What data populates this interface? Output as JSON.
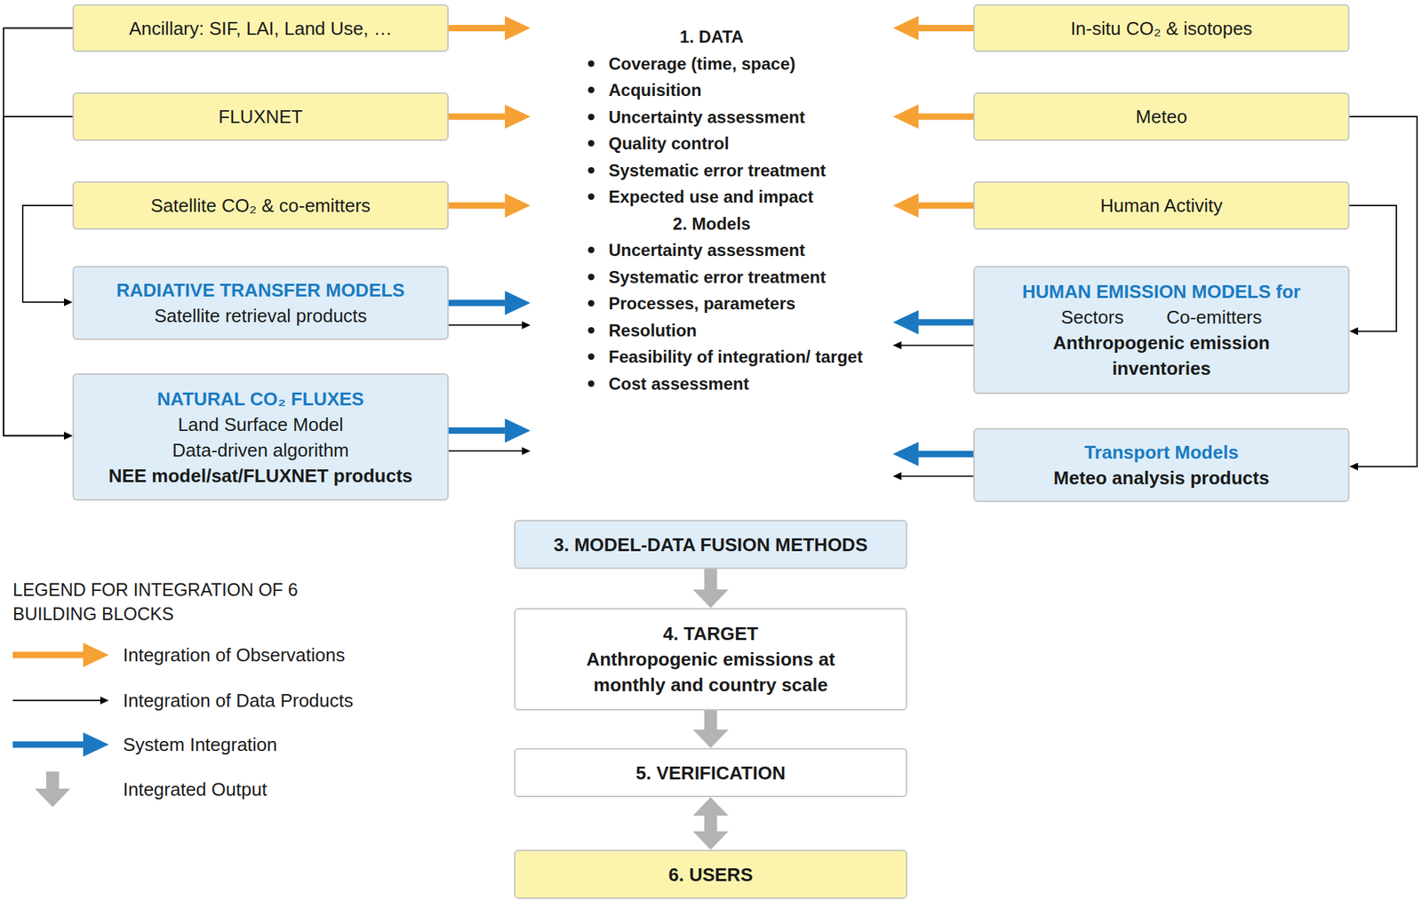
{
  "diagram": {
    "nodes": [
      {
        "text": [
          "Ancillary: SIF, LAI, Land Use, …"
        ]
      },
      {
        "text": [
          "1. DATA",
          "Coverage (time, space)",
          "Acquisition",
          "Uncertainty assessment",
          "Quality control",
          "Systematic error treatment",
          "Expected use and impact",
          "2. Models",
          "Uncertainty assessment",
          "Systematic error treatment",
          "Processes, parameters",
          "Resolution",
          "Feasibility of integration/ target",
          "Cost assessment"
        ]
      },
      {
        "text": [
          "In-situ CO₂ & isotopes"
        ]
      },
      {
        "text": [
          "FLUXNET"
        ]
      },
      {
        "text": [
          "Meteo"
        ]
      },
      {
        "text": [
          "Satellite CO₂ & co-emitters"
        ]
      },
      {
        "text": [
          "Human Activity"
        ]
      },
      {
        "text": [
          "RADIATIVE TRANSFER MODELS",
          "Satellite retrieval products"
        ]
      },
      {
        "text": [
          "HUMAN EMISSION MODELS for",
          "Sectors",
          "Co-emitters",
          "Anthropogenic emission inventories"
        ]
      },
      {
        "text": [
          "NATURAL CO₂ FLUXES",
          "Land Surface Model",
          "Data-driven algorithm",
          "NEE model/sat/FLUXNET products"
        ]
      },
      {
        "text": [
          "Transport Models",
          "Meteo analysis products"
        ]
      },
      {
        "text": [
          "3. MODEL-DATA FUSION METHODS"
        ]
      },
      {
        "text": [
          "4. TARGET",
          "Anthropogenic emissions at monthly and country scale"
        ]
      },
      {
        "text": [
          "5. VERIFICATION"
        ]
      },
      {
        "text": [
          "6. USERS"
        ]
      }
    ],
    "edges": [
      {
        "from": 0,
        "to": 1,
        "arrow": "to"
      },
      {
        "from": 3,
        "to": 1,
        "arrow": "to"
      },
      {
        "from": 5,
        "to": 1,
        "arrow": "to"
      },
      {
        "from": 2,
        "to": 1,
        "arrow": "to"
      },
      {
        "from": 4,
        "to": 1,
        "arrow": "to"
      },
      {
        "from": 6,
        "to": 1,
        "arrow": "to"
      },
      {
        "from": 7,
        "to": 1,
        "arrow": "to"
      },
      {
        "from": 7,
        "to": 1,
        "arrow": "to"
      },
      {
        "from": 9,
        "to": 1,
        "arrow": "to"
      },
      {
        "from": 9,
        "to": 1,
        "arrow": "to"
      },
      {
        "from": 8,
        "to": 1,
        "arrow": "to"
      },
      {
        "from": 8,
        "to": 1,
        "arrow": "to"
      },
      {
        "from": 10,
        "to": 1,
        "arrow": "to"
      },
      {
        "from": 10,
        "to": 1,
        "arrow": "to"
      },
      {
        "from": 0,
        "to": 9,
        "arrow": "to"
      },
      {
        "from": 3,
        "to": 9,
        "arrow": "to"
      },
      {
        "from": 5,
        "to": 7,
        "arrow": "to"
      },
      {
        "from": 4,
        "to": 10,
        "arrow": "to"
      },
      {
        "from": 6,
        "to": 8,
        "arrow": "to"
      },
      {
        "from": 11,
        "to": 12,
        "arrow": "to"
      },
      {
        "from": 12,
        "to": 13,
        "arrow": "to"
      },
      {
        "from": 13,
        "to": 14,
        "arrow": "both"
      }
    ],
    "labels": [
      "LEGEND FOR INTEGRATION OF 6 BUILDING BLOCKS"
    ],
    "legend": [
      {
        "text": "Integration of Observations"
      },
      {
        "text": "Integration of Data Products"
      },
      {
        "text": "System Integration"
      },
      {
        "text": "Integrated Output"
      }
    ]
  }
}
